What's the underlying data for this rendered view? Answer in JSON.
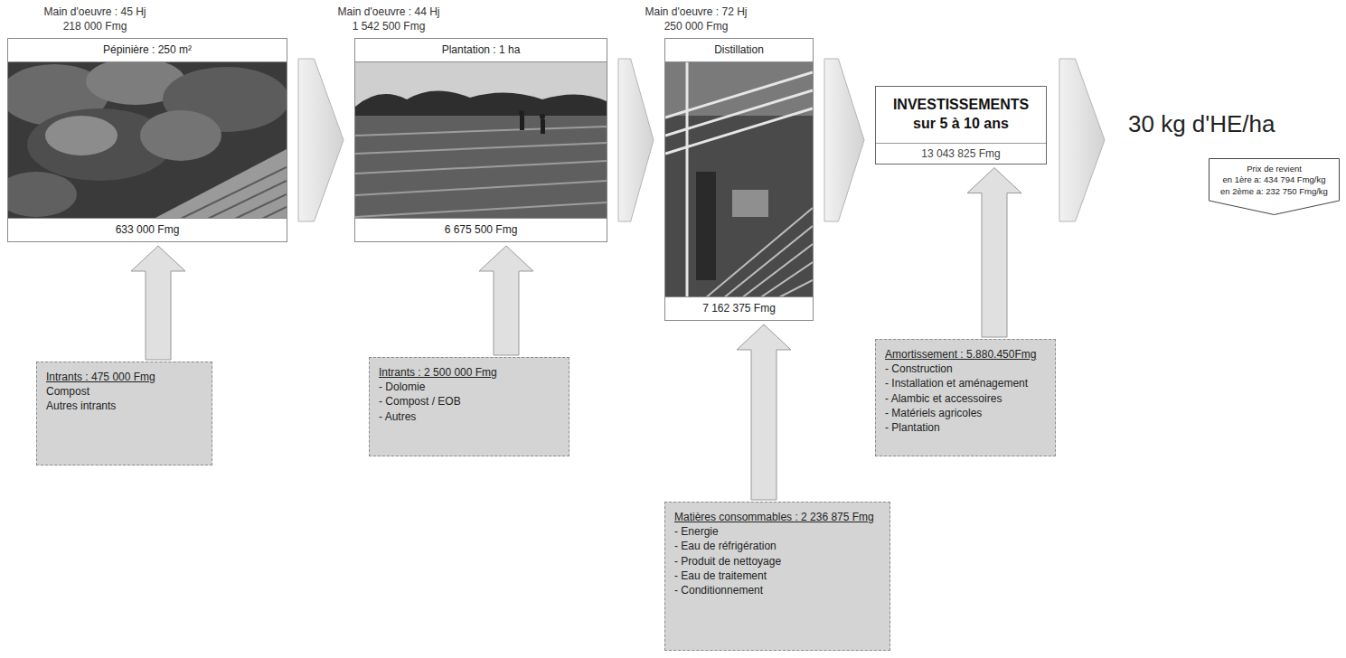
{
  "diagram": {
    "nodes": [
      {
        "text": [
          "Pépinière : 250 m²",
          "633 000 Fmg"
        ]
      },
      {
        "text": [
          "Plantation : 1 ha",
          "6 675 500 Fmg"
        ]
      },
      {
        "text": [
          "Distillation",
          "7 162 375 Fmg"
        ]
      },
      {
        "text": [
          "INVESTISSEMENTS sur 5 à 10 ans",
          "13 043 825 Fmg"
        ]
      },
      {
        "text": [
          "Prix de revient",
          "en 1ère a: 434 794 Fmg/kg",
          "en 2ème a: 232 750 Fmg/kg"
        ]
      },
      {
        "text": [
          "Intrants : 475 000 Fmg",
          "Compost",
          "Autres intrants"
        ]
      },
      {
        "text": [
          "Intrants : 2 500 000 Fmg",
          "- Dolomie",
          "- Compost / EOB",
          "- Autres"
        ]
      },
      {
        "text": [
          "Matières consommables : 2 236 875 Fmg",
          "- Energie",
          "- Eau de réfrigération",
          "- Produit de nettoyage",
          "- Eau de traitement",
          "- Conditionnement"
        ]
      },
      {
        "text": [
          "Amortissement : 5.880.450Fmg",
          "- Construction",
          "- Installation et aménagement",
          "- Alambic et accessoires",
          "- Matériels agricoles",
          "- Plantation"
        ]
      }
    ],
    "edges": [
      {
        "from": 0,
        "to": 1,
        "arrow": "to"
      },
      {
        "from": 1,
        "to": 2,
        "arrow": "to"
      },
      {
        "from": 2,
        "to": 3,
        "arrow": "to"
      },
      {
        "from": 5,
        "to": 0,
        "arrow": "to"
      },
      {
        "from": 6,
        "to": 1,
        "arrow": "to"
      },
      {
        "from": 7,
        "to": 2,
        "arrow": "to"
      },
      {
        "from": 8,
        "to": 3,
        "arrow": "to"
      }
    ],
    "labels": [
      "Main d'oeuvre : 45 Hj",
      "218 000 Fmg",
      "Main d'oeuvre : 44 Hj",
      "1 542 500 Fmg",
      "Main d'oeuvre : 72 Hj",
      "250 000 Fmg",
      "30 kg d'HE/ha"
    ]
  }
}
